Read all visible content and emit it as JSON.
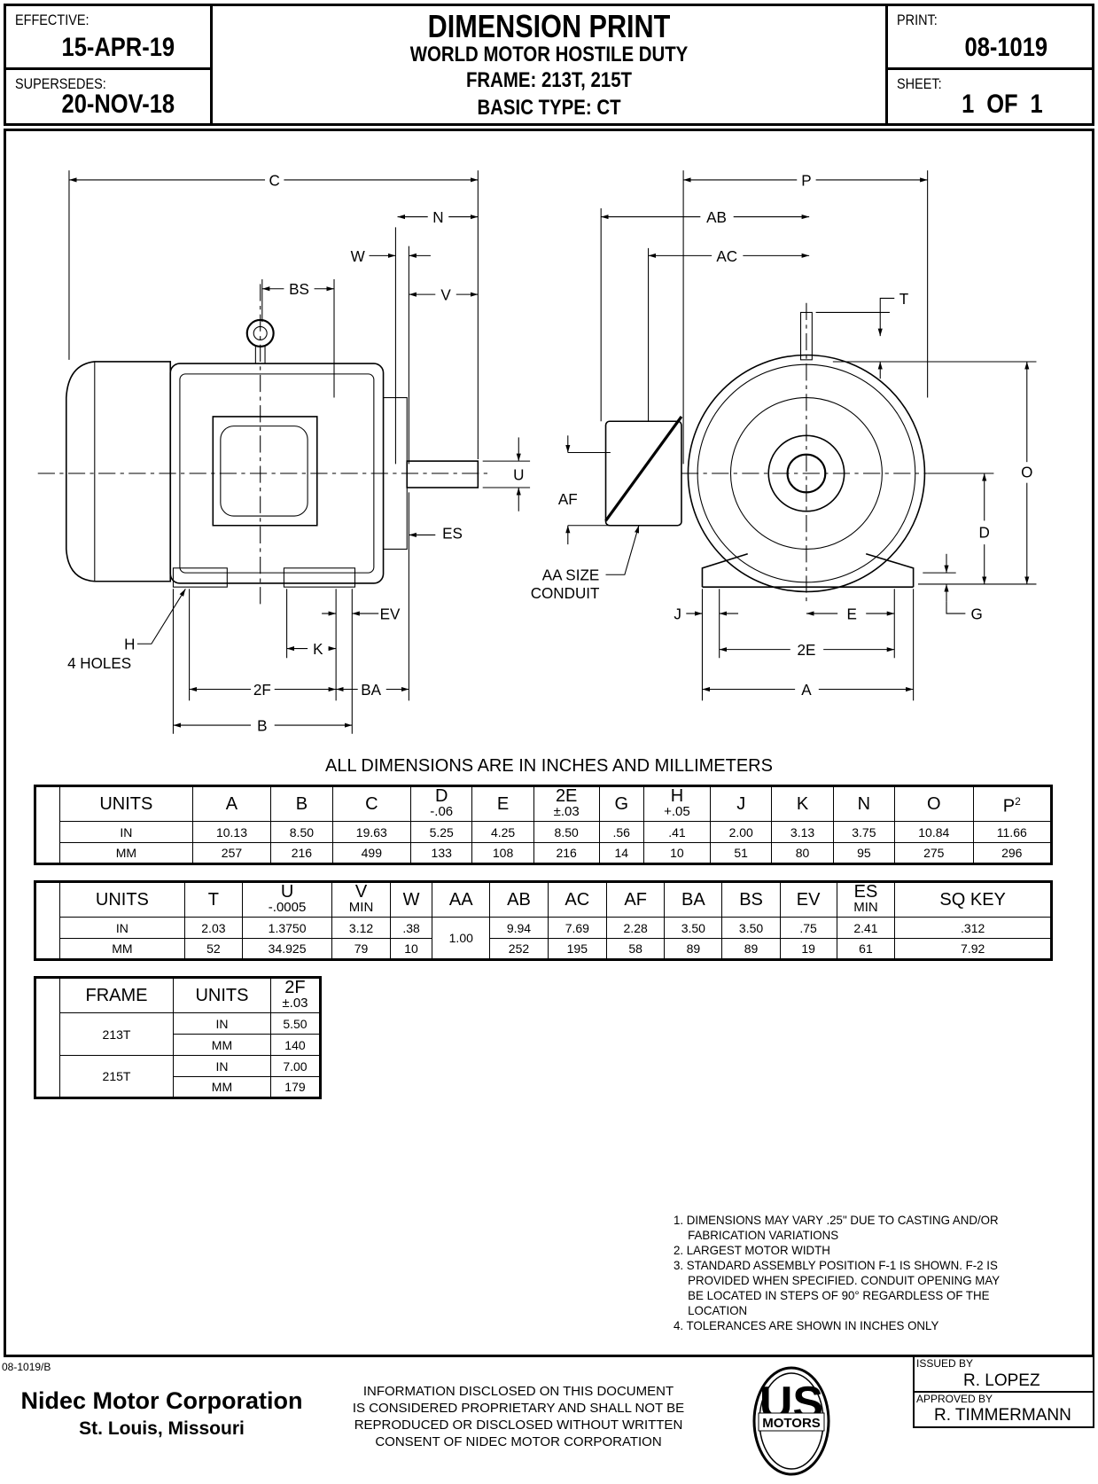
{
  "header": {
    "effective_label": "EFFECTIVE:",
    "effective": "15-APR-19",
    "supersedes_label": "SUPERSEDES:",
    "supersedes": "20-NOV-18",
    "title": "DIMENSION PRINT",
    "subtitle": "WORLD MOTOR HOSTILE DUTY",
    "frame": "FRAME: 213T, 215T",
    "basic_type": "BASIC TYPE: CT",
    "print_label": "PRINT:",
    "print": "08-1019",
    "sheet_label": "SHEET:",
    "sheet": "1 OF 1"
  },
  "drawing": {
    "C": "C",
    "N": "N",
    "W": "W",
    "V": "V",
    "BS": "BS",
    "U": "U",
    "ES": "ES",
    "EV": "EV",
    "K": "K",
    "F2": "2F",
    "BA": "BA",
    "B": "B",
    "H": "H",
    "holes": "4 HOLES",
    "P": "P",
    "AB": "AB",
    "AC": "AC",
    "T": "T",
    "O": "O",
    "D": "D",
    "G": "G",
    "AF": "AF",
    "AA1": "AA SIZE",
    "AA2": "CONDUIT",
    "J": "J",
    "E": "E",
    "E2": "2E",
    "A": "A"
  },
  "tables": {
    "title": "ALL DIMENSIONS ARE IN INCHES AND MILLIMETERS",
    "t1": {
      "headers": [
        [
          "UNITS",
          ""
        ],
        [
          "A",
          ""
        ],
        [
          "B",
          ""
        ],
        [
          "C",
          ""
        ],
        [
          "D",
          "-.06"
        ],
        [
          "E",
          ""
        ],
        [
          "2E",
          "±.03"
        ],
        [
          "G",
          ""
        ],
        [
          "H",
          "+.05"
        ],
        [
          "J",
          ""
        ],
        [
          "K",
          ""
        ],
        [
          "N",
          ""
        ],
        [
          "O",
          ""
        ],
        [
          "P",
          "2"
        ]
      ],
      "rows": [
        [
          "IN",
          "10.13",
          "8.50",
          "19.63",
          "5.25",
          "4.25",
          "8.50",
          ".56",
          ".41",
          "2.00",
          "3.13",
          "3.75",
          "10.84",
          "11.66"
        ],
        [
          "MM",
          "257",
          "216",
          "499",
          "133",
          "108",
          "216",
          "14",
          "10",
          "51",
          "80",
          "95",
          "275",
          "296"
        ]
      ]
    },
    "t2": {
      "headers": [
        [
          "UNITS",
          ""
        ],
        [
          "T",
          ""
        ],
        [
          "U",
          "-.0005"
        ],
        [
          "V",
          "MIN"
        ],
        [
          "W",
          ""
        ],
        [
          "AA",
          ""
        ],
        [
          "AB",
          ""
        ],
        [
          "AC",
          ""
        ],
        [
          "AF",
          ""
        ],
        [
          "BA",
          ""
        ],
        [
          "BS",
          ""
        ],
        [
          "EV",
          ""
        ],
        [
          "ES",
          "MIN"
        ],
        [
          "SQ KEY",
          ""
        ]
      ],
      "rows": [
        [
          "IN",
          "2.03",
          "1.3750",
          "3.12",
          ".38",
          "1.00",
          "9.94",
          "7.69",
          "2.28",
          "3.50",
          "3.50",
          ".75",
          "2.41",
          ".312"
        ],
        [
          "MM",
          "52",
          "34.925",
          "79",
          "10",
          "",
          "252",
          "195",
          "58",
          "89",
          "89",
          "19",
          "61",
          "7.92"
        ]
      ]
    },
    "t3": {
      "h_frame": "FRAME",
      "h_units": "UNITS",
      "h_2f": "2F",
      "h_2f_tol": "±.03",
      "rows": [
        {
          "frame": "213T",
          "in": "5.50",
          "mm": "140"
        },
        {
          "frame": "215T",
          "in": "7.00",
          "mm": "179"
        }
      ],
      "in": "IN",
      "mm": "MM"
    }
  },
  "notes": [
    "1. DIMENSIONS MAY VARY .25\" DUE TO CASTING AND/OR FABRICATION VARIATIONS",
    "2. LARGEST MOTOR WIDTH",
    "3. STANDARD ASSEMBLY POSITION F-1 IS SHOWN.  F-2 IS PROVIDED WHEN SPECIFIED.  CONDUIT OPENING MAY BE LOCATED IN STEPS OF 90° REGARDLESS OF THE LOCATION",
    "4. TOLERANCES ARE SHOWN IN INCHES ONLY"
  ],
  "footer": {
    "doc_rev": "08-1019/B",
    "company": "Nidec Motor Corporation",
    "location": "St. Louis, Missouri",
    "disclaimer": [
      "INFORMATION DISCLOSED ON THIS DOCUMENT",
      "IS CONSIDERED PROPRIETARY AND SHALL NOT BE",
      "REPRODUCED OR DISCLOSED WITHOUT WRITTEN",
      "CONSENT OF NIDEC MOTOR CORPORATION"
    ],
    "logo": "US MOTORS",
    "issued_label": "ISSUED BY",
    "issued": "R. LOPEZ",
    "approved_label": "APPROVED BY",
    "approved": "R. TIMMERMANN"
  }
}
